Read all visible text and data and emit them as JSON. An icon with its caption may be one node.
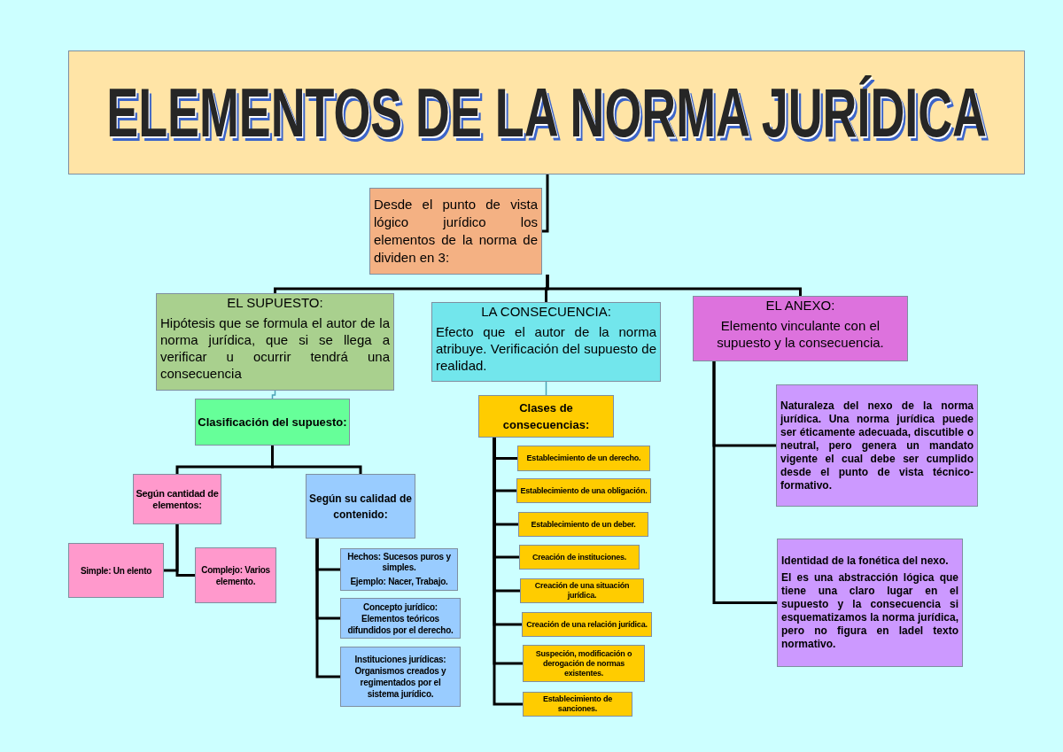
{
  "diagram": {
    "nodes": [
      {
        "text": [
          "ELEMENTOS DE LA NORMA JURÍDICA"
        ]
      },
      {
        "text": [
          "Desde el punto de vista lógico jurídico los elementos de la norma de dividen en 3:"
        ]
      },
      {
        "text": [
          "EL SUPUESTO:",
          "Hipótesis que se formula el autor de la norma jurídica, que si se llega a verificar u ocurrir tendrá una consecuencia"
        ]
      },
      {
        "text": [
          "LA CONSECUENCIA:",
          "Efecto que el autor de la norma atribuye. Verificación del supuesto de realidad."
        ]
      },
      {
        "text": [
          "EL ANEXO:",
          "Elemento vinculante con el supuesto y la consecuencia."
        ]
      },
      {
        "text": [
          "Clasificación del supuesto:"
        ]
      },
      {
        "text": [
          "Según cantidad de elementos:"
        ]
      },
      {
        "text": [
          "Según su calidad de contenido:"
        ]
      },
      {
        "text": [
          "Simple: Un elento"
        ]
      },
      {
        "text": [
          "Complejo: Varios elemento."
        ]
      },
      {
        "text": [
          "Hechos: Sucesos puros y simples.",
          "Ejemplo: Nacer, Trabajo."
        ]
      },
      {
        "text": [
          "Concepto jurídico: Elementos teóricos difundidos por el derecho."
        ]
      },
      {
        "text": [
          "Instituciones jurídicas: Organismos creados y regimentados por el sistema jurídico."
        ]
      },
      {
        "text": [
          "Clases de consecuencias:"
        ]
      },
      {
        "text": [
          "Establecimiento de un derecho."
        ]
      },
      {
        "text": [
          "Establecimiento de una obligación."
        ]
      },
      {
        "text": [
          "Establecimiento de un deber."
        ]
      },
      {
        "text": [
          "Creación de instituciones."
        ]
      },
      {
        "text": [
          "Creación de una situación jurídica."
        ]
      },
      {
        "text": [
          "Creación de una relación jurídica."
        ]
      },
      {
        "text": [
          "Suspeción, modificación o derogación de normas existentes."
        ]
      },
      {
        "text": [
          "Establecimiento de sanciones."
        ]
      },
      {
        "text": [
          "Naturaleza del nexo de la norma jurídica. Una norma jurídica puede ser éticamente adecuada, discutible o neutral, pero genera un mandato vigente el cual debe ser cumplido desde el punto de vista técnico-formativo."
        ]
      },
      {
        "text": [
          "Identidad de la fonética del nexo.",
          "El es una abstracción lógica que tiene una claro lugar en el supuesto y la consecuencia si esquematizamos la norma jurídica, pero no figura en ladel texto normativo."
        ]
      }
    ],
    "edges": [
      {
        "from": 0,
        "to": 1,
        "arrow": "none"
      },
      {
        "from": 1,
        "to": 2,
        "arrow": "none"
      },
      {
        "from": 1,
        "to": 3,
        "arrow": "none"
      },
      {
        "from": 1,
        "to": 4,
        "arrow": "none"
      },
      {
        "from": 2,
        "to": 5,
        "arrow": "none",
        "color": "#4aa3b5"
      },
      {
        "from": 3,
        "to": 13,
        "arrow": "none",
        "color": "#4aa3b5"
      },
      {
        "from": 5,
        "to": 6,
        "arrow": "none"
      },
      {
        "from": 5,
        "to": 7,
        "arrow": "none"
      },
      {
        "from": 6,
        "to": 8,
        "arrow": "none"
      },
      {
        "from": 6,
        "to": 9,
        "arrow": "none"
      },
      {
        "from": 7,
        "to": 10,
        "arrow": "none"
      },
      {
        "from": 7,
        "to": 11,
        "arrow": "none"
      },
      {
        "from": 7,
        "to": 12,
        "arrow": "none"
      },
      {
        "from": 13,
        "to": 14,
        "arrow": "none"
      },
      {
        "from": 13,
        "to": 15,
        "arrow": "none"
      },
      {
        "from": 13,
        "to": 16,
        "arrow": "none"
      },
      {
        "from": 13,
        "to": 17,
        "arrow": "none"
      },
      {
        "from": 13,
        "to": 18,
        "arrow": "none"
      },
      {
        "from": 13,
        "to": 19,
        "arrow": "none"
      },
      {
        "from": 13,
        "to": 20,
        "arrow": "none"
      },
      {
        "from": 13,
        "to": 21,
        "arrow": "none"
      },
      {
        "from": 4,
        "to": 22,
        "arrow": "none"
      },
      {
        "from": 4,
        "to": 23,
        "arrow": "none"
      }
    ]
  }
}
